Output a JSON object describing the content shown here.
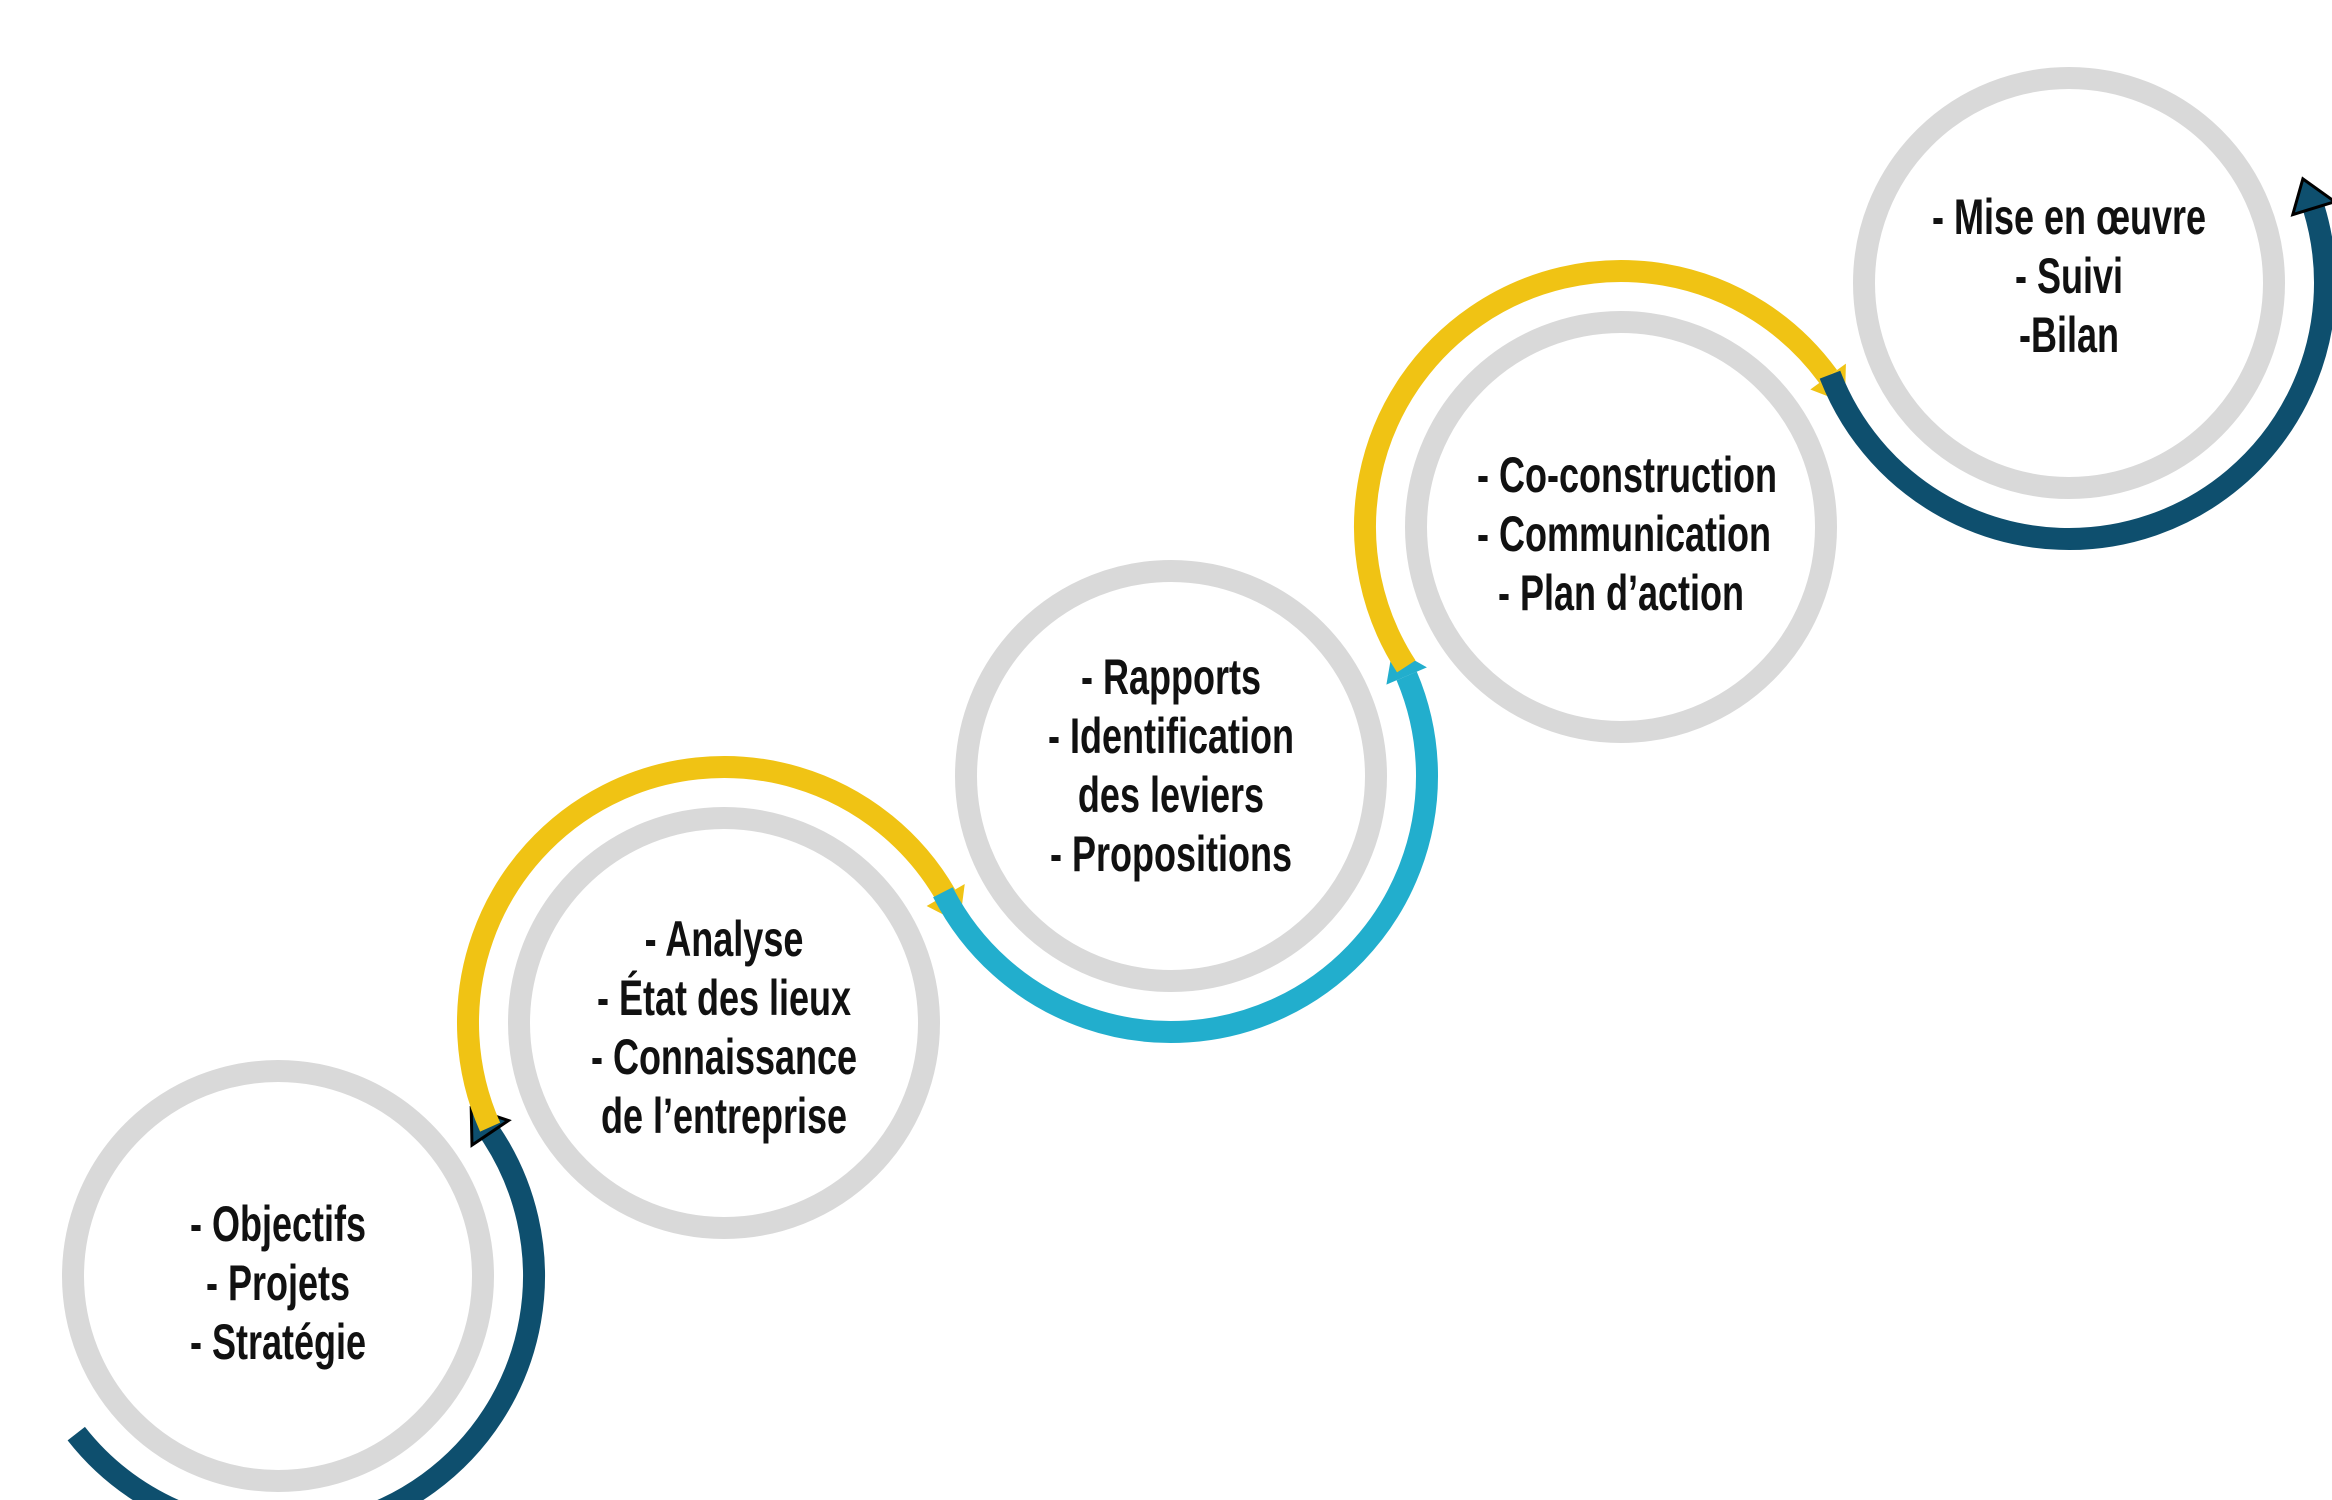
{
  "colors": {
    "ring": "#d9d9d9",
    "dark_blue": "#0e4f6e",
    "yellow": "#f0c314",
    "cyan": "#22aecd",
    "text": "#111111"
  },
  "steps": [
    {
      "lines": [
        "- Objectifs",
        "- Projets",
        "- Stratégie"
      ],
      "arrow_color": "dark_blue"
    },
    {
      "lines": [
        "- Analyse",
        "- État des lieux",
        "- Connaissance",
        "de l’entreprise"
      ],
      "arrow_color": "yellow"
    },
    {
      "lines": [
        "- Rapports",
        "- Identification",
        "des leviers",
        "- Propositions"
      ],
      "arrow_color": "cyan"
    },
    {
      "lines": [
        "- Co-construction",
        "- Communication",
        "- Plan d’action"
      ],
      "arrow_color": "yellow"
    },
    {
      "lines": [
        "- Mise en œuvre",
        "- Suivi",
        "-Bilan"
      ],
      "arrow_color": "dark_blue"
    }
  ]
}
